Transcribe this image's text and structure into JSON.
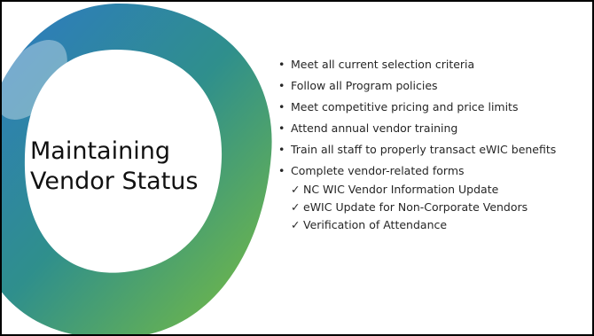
{
  "slide": {
    "title_lines": [
      "Maintaining",
      "Vendor Status"
    ],
    "bullets": [
      "Meet all current selection criteria",
      "Follow all Program policies",
      "Meet competitive pricing and price limits",
      "Attend annual vendor training",
      "Train all staff to properly transact eWIC benefits",
      "Complete vendor-related forms"
    ],
    "sub_bullets": [
      "NC WIC Vendor Information Update",
      "eWIC Update for Non-Corporate Vendors",
      "Verification of Attendance"
    ],
    "ring_colors": {
      "blue": "#2e78c8",
      "teal": "#2f8f8c",
      "green": "#7cbf3c"
    }
  }
}
